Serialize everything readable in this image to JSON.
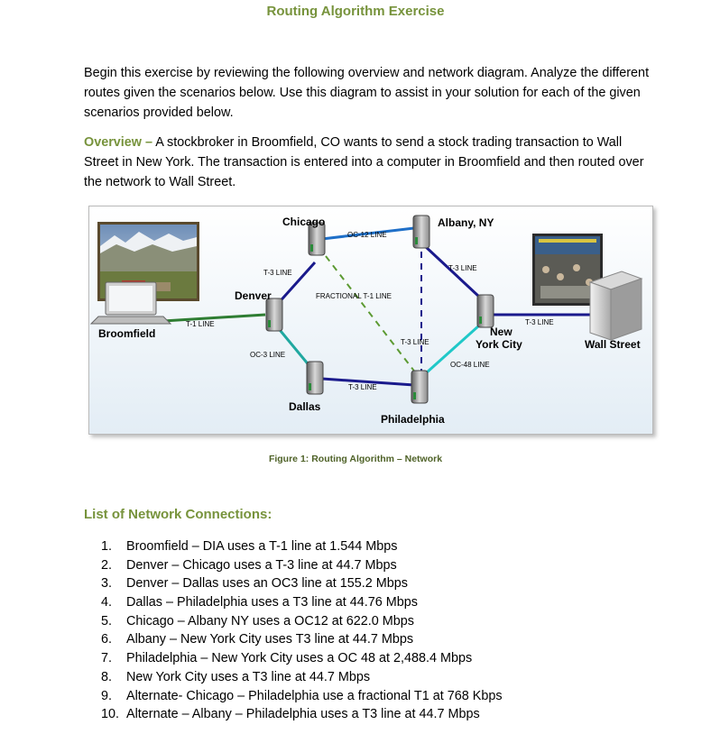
{
  "title": "Routing Algorithm Exercise",
  "intro": "Begin this exercise by reviewing the following overview and network diagram. Analyze the different routes given the scenarios below. Use this diagram to assist in your solution for each of the given scenarios provided below.",
  "overview": {
    "label": "Overview –",
    "text": " A stockbroker in Broomfield, CO wants to send a stock trading transaction to Wall Street in New York. The transaction is entered into a computer in Broomfield and then routed over the network to Wall Street."
  },
  "diagram": {
    "nodes": {
      "chicago": "Chicago",
      "albany": "Albany, NY",
      "denver": "Denver",
      "broomfield": "Broomfield",
      "dallas": "Dallas",
      "philadelphia": "Philadelphia",
      "new_york_1": "New",
      "new_york_2": "York City",
      "wall_street": "Wall Street"
    },
    "links": {
      "chicago_albany": "OC-12 LINE",
      "denver_chicago": "T-3 LINE",
      "fractional": "FRACTIONAL T-1 LINE",
      "albany_ny": "T-3 LINE",
      "broomfield_denver": "T-1 LINE",
      "ny_wallstreet": "T-3 LINE",
      "albany_philadelphia": "T-3 LINE",
      "denver_dallas": "OC-3 LINE",
      "philadelphia_ny": "OC-48 LINE",
      "dallas_philadelphia": "T-3 LINE"
    },
    "colors": {
      "t3": "#1a1a8c",
      "oc": "#20a8a0",
      "oc12": "#1e6fc8",
      "fractional": "#5c9a32",
      "t1": "#2e7d32"
    }
  },
  "caption": "Figure 1: Routing Algorithm – Network",
  "list_title": "List of Network Connections:",
  "connections": [
    {
      "num": "1.",
      "text": "Broomfield – DIA uses a T-1 line at 1.544 Mbps"
    },
    {
      "num": "2.",
      "text": "Denver – Chicago uses a T-3 line at 44.7 Mbps"
    },
    {
      "num": "3.",
      "text": "Denver – Dallas uses an OC3 line at 155.2 Mbps"
    },
    {
      "num": "4.",
      "text": "Dallas – Philadelphia uses a T3 line at 44.76 Mbps"
    },
    {
      "num": "5.",
      "text": "Chicago – Albany NY uses a OC12 at 622.0 Mbps"
    },
    {
      "num": "6.",
      "text": "Albany – New York City uses T3 line at 44.7 Mbps"
    },
    {
      "num": "7.",
      "text": "Philadelphia – New York City uses a OC 48 at 2,488.4 Mbps"
    },
    {
      "num": "8.",
      "text": "New York City uses a T3 line at 44.7 Mbps"
    },
    {
      "num": "9.",
      "text": "Alternate- Chicago – Philadelphia use a fractional T1 at 768 Kbps"
    },
    {
      "num": "10.",
      "text": "Alternate – Albany – Philadelphia uses a T3 line at 44.7 Mbps"
    }
  ]
}
